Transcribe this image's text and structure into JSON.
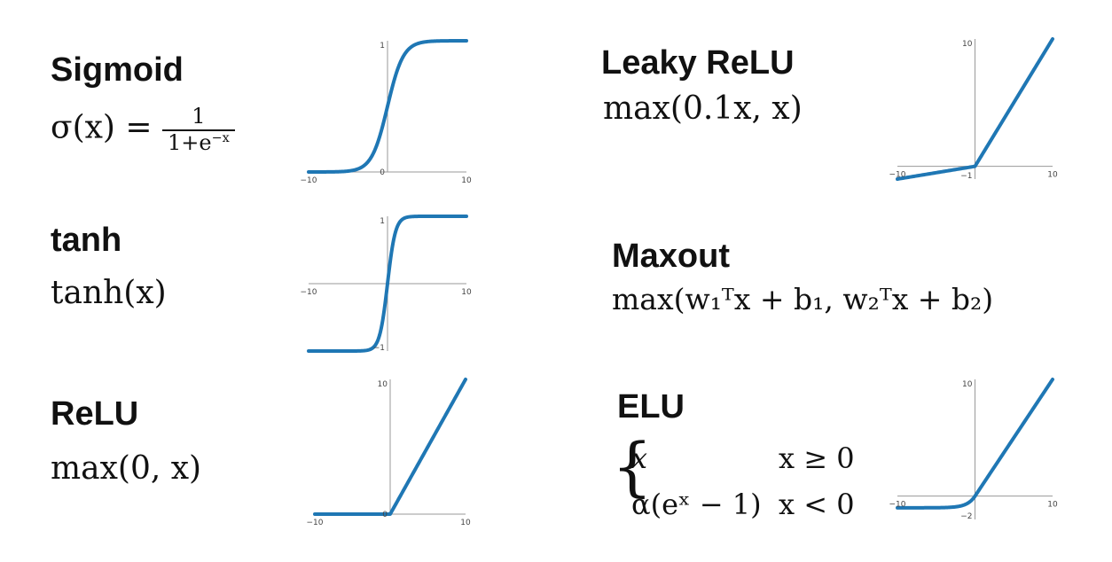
{
  "panels": [
    {
      "id": "sigmoid",
      "name": "Sigmoid",
      "fn": "sigmoid",
      "xmin": -10,
      "xmax": 10,
      "ymin": 0,
      "ymax": 1,
      "labels": {
        "xmin": "−10",
        "xmax": "10",
        "ymax": "1",
        "origin": "0"
      }
    },
    {
      "id": "tanh",
      "name": "tanh",
      "fn": "tanh",
      "xmin": -10,
      "xmax": 10,
      "ymin": -1,
      "ymax": 1,
      "labels": {
        "xmin": "−10",
        "xmax": "10",
        "ymax": "1",
        "ymin": "−1"
      }
    },
    {
      "id": "relu",
      "name": "ReLU",
      "fn": "relu",
      "xmin": -10,
      "xmax": 10,
      "ymin": 0,
      "ymax": 10,
      "labels": {
        "xmin": "−10",
        "xmax": "10",
        "ymax": "10",
        "origin": "0"
      }
    },
    {
      "id": "leaky",
      "name": "Leaky ReLU",
      "fn": "leaky",
      "xmin": -10,
      "xmax": 10,
      "ymin": -1,
      "ymax": 10,
      "labels": {
        "xmin": "−10",
        "xmax": "10",
        "ymax": "10",
        "ymin": "−1"
      }
    },
    {
      "id": "maxout",
      "name": "Maxout"
    },
    {
      "id": "elu",
      "name": "ELU",
      "fn": "elu",
      "xmin": -10,
      "xmax": 10,
      "ymin": -2,
      "ymax": 10,
      "labels": {
        "xmin": "−10",
        "xmax": "10",
        "ymax": "10",
        "ymin": "−2"
      }
    }
  ],
  "formulas": {
    "sigmoid_lhs": "σ(x) =",
    "sigmoid_num": "1",
    "sigmoid_den": "1+e",
    "sigmoid_den_exp": "−x",
    "tanh": "tanh(x)",
    "relu": "max(0, x)",
    "leaky": "max(0.1x, x)",
    "maxout": "max(w₁ᵀx + b₁, w₂ᵀx + b₂)",
    "elu_case1_expr": "x",
    "elu_case1_cond": "x ≥ 0",
    "elu_case2_expr": "α(eˣ − 1)",
    "elu_case2_cond": "x < 0"
  },
  "colors": {
    "curve": "#1f77b4",
    "axis": "#9a9a9a"
  }
}
